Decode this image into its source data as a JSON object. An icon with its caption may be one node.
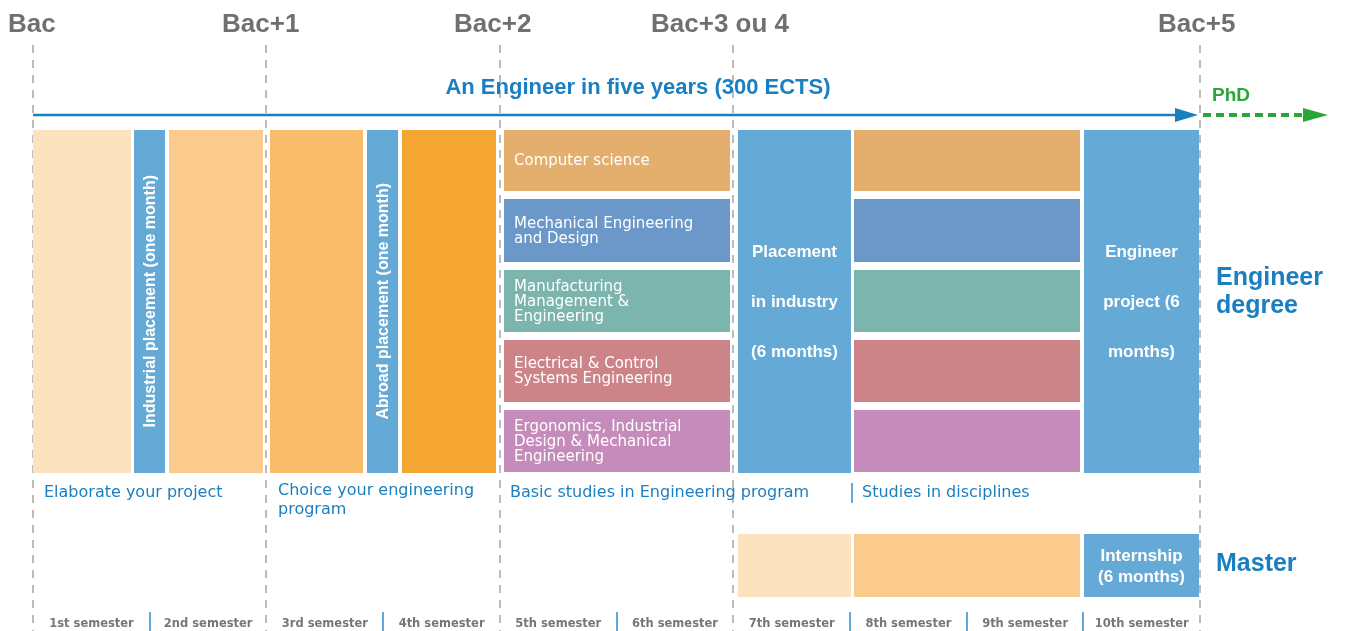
{
  "diagram": {
    "title": "An Engineer in five years (300 ECTS)",
    "nodes": [
      {
        "text": [],
        "shape": "box"
      },
      {
        "text": [
          "Industrial placement (one month)"
        ]
      },
      {
        "text": [],
        "shape": "box"
      },
      {
        "text": [],
        "shape": "box"
      },
      {
        "text": [
          "Abroad placement (one month)"
        ]
      },
      {
        "text": [],
        "shape": "box"
      },
      {
        "text": [
          "Computer science"
        ]
      },
      {
        "text": [
          "Mechanical Engineering and Design"
        ]
      },
      {
        "text": [
          "Manufacturing Management & Engineering"
        ]
      },
      {
        "text": [
          "Electrical & Control Systems Engineering"
        ]
      },
      {
        "text": [
          "Ergonomics, Industrial Design & Mechanical Engineering"
        ]
      },
      {
        "text": [
          "Placement in industry (6 months)"
        ]
      },
      {
        "text": [],
        "shape": "box"
      },
      {
        "text": [],
        "shape": "box"
      },
      {
        "text": [],
        "shape": "box"
      },
      {
        "text": [],
        "shape": "box"
      },
      {
        "text": [],
        "shape": "box"
      },
      {
        "text": [
          "Engineer project (6 months)"
        ]
      },
      {
        "text": [],
        "shape": "box"
      },
      {
        "text": [],
        "shape": "box"
      },
      {
        "text": [
          "Internship (6 months)"
        ]
      }
    ],
    "labels": [
      "Bac",
      "Bac+1",
      "Bac+2",
      "Bac+3 ou 4",
      "Bac+5",
      "PhD",
      "Engineer degree",
      "Elaborate your project",
      "Choice your engineering program",
      "Basic studies in Engineering program",
      "Studies in disciplines",
      "Master",
      "1st semester",
      "2nd semester",
      "3rd semester",
      "4th semester",
      "5th semester",
      "6th semester",
      "7th semester",
      "8th semester",
      "9th semester",
      "10th semester"
    ]
  }
}
